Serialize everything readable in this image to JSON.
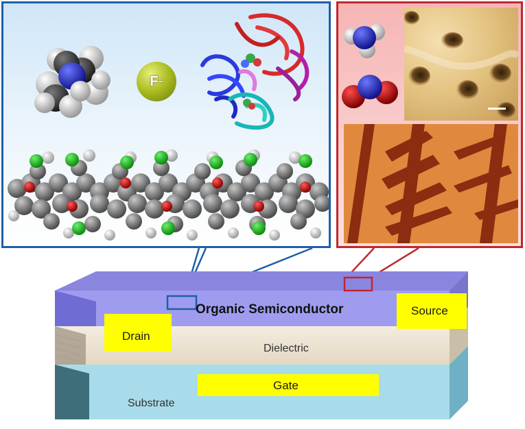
{
  "molecules": {
    "fluoride_label": "F",
    "fluoride_charge": "−"
  },
  "device": {
    "semiconductor_label": "Organic Semiconductor",
    "drain_label": "Drain",
    "source_label": "Source",
    "dielectric_label": "Dielectric",
    "gate_label": "Gate",
    "substrate_label": "Substrate"
  },
  "colors": {
    "left_frame": "#1f5fa8",
    "right_frame": "#c0272d",
    "semiconductor": "#8f8ee6",
    "electrode": "#ffff00",
    "dielectric": "#eee4d2",
    "substrate": "#9fd6e6",
    "afm_top": "#e4c482",
    "afm_bottom": "#e0893e"
  },
  "icons": [
    "tetramethylammonium-molecule",
    "fluoride-ion",
    "protein-ribbon",
    "ammonia-molecule",
    "nitrogen-dioxide-molecule",
    "afm-image",
    "molecular-stack"
  ]
}
